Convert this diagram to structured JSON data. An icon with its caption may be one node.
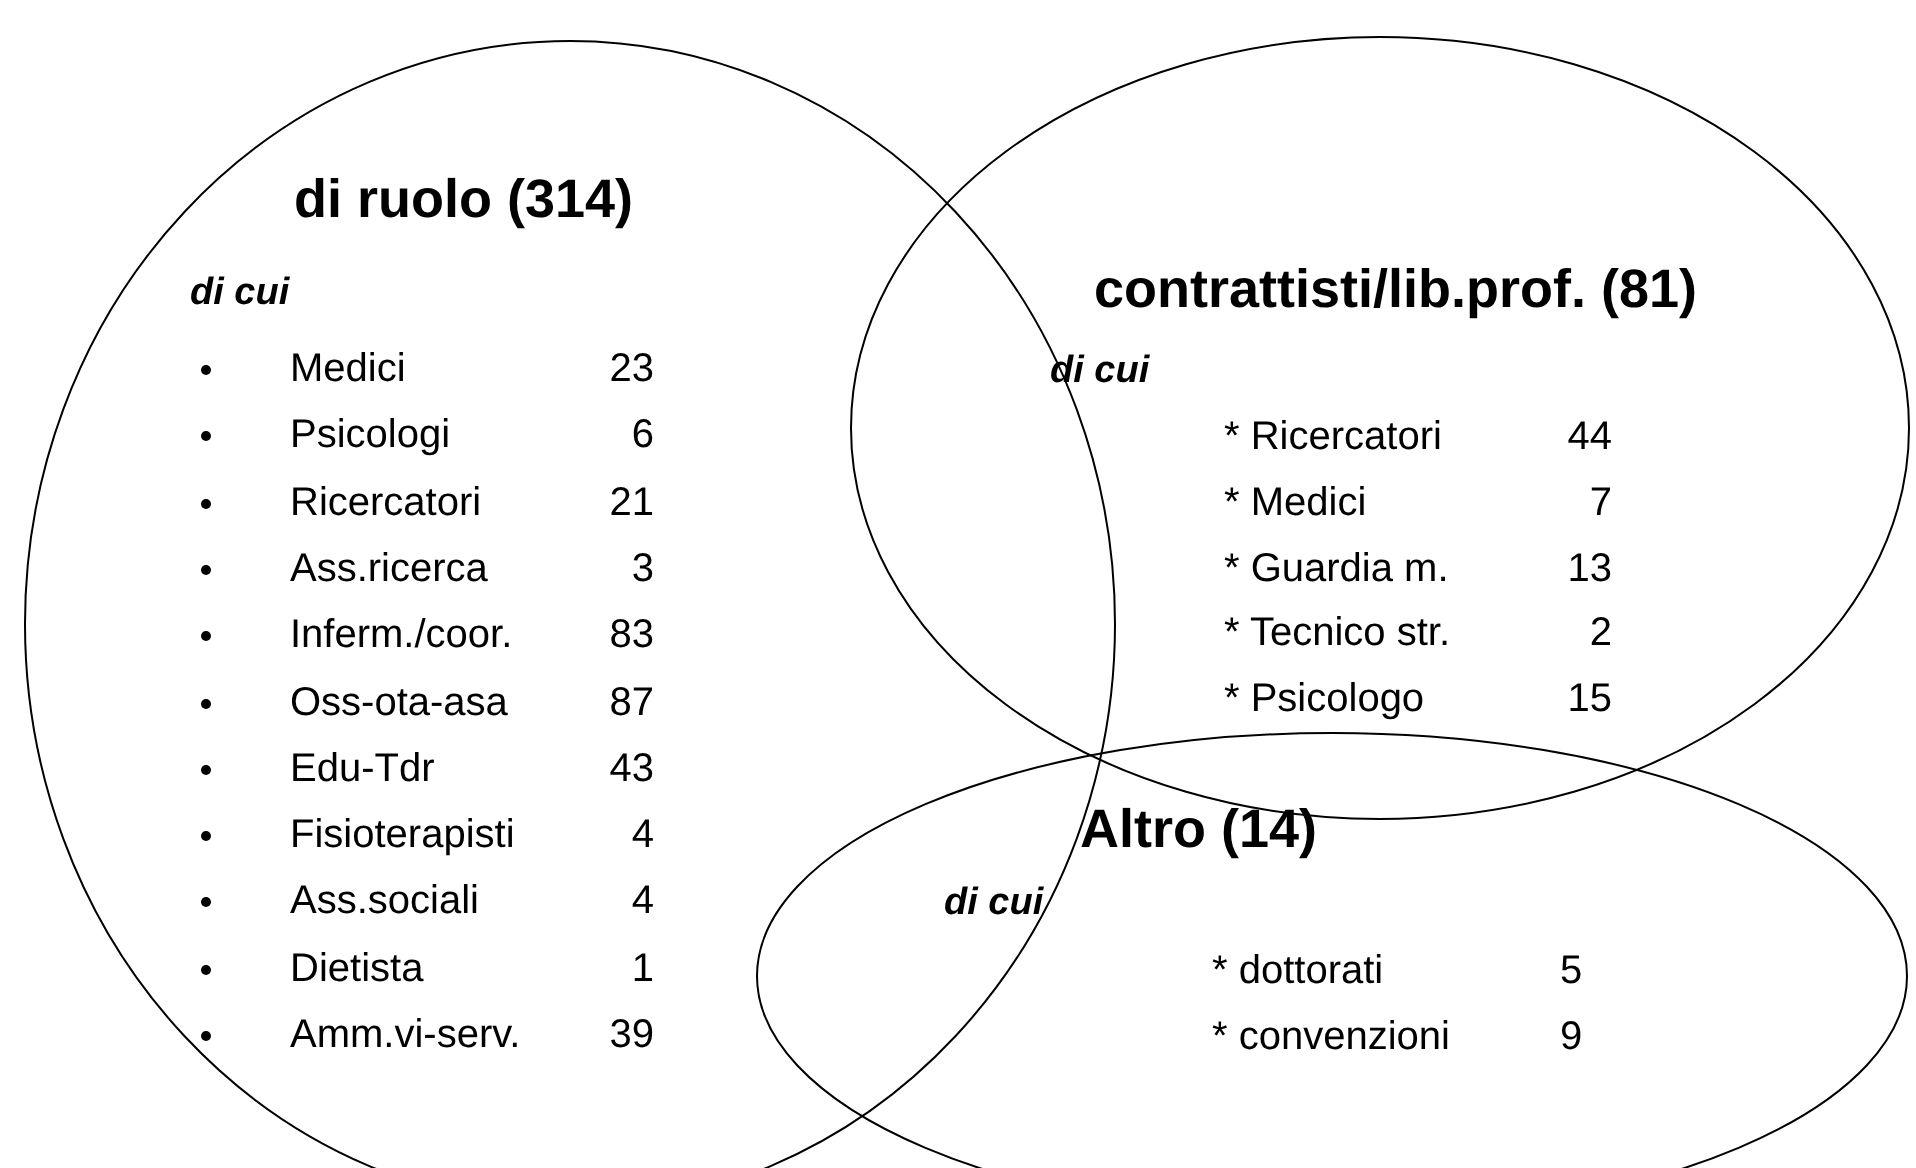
{
  "diagram": {
    "nodes": [
      {
        "text": [
          "di ruolo (314)",
          "di cui",
          "Medici",
          "23",
          "Psicologi",
          "6",
          "Ricercatori",
          "21",
          "Ass.ricerca",
          "3",
          "Inferm./coor.",
          "83",
          "Oss-ota-asa",
          "87",
          "Edu-Tdr",
          "43",
          "Fisioterapisti",
          "4",
          "Ass.sociali",
          "4",
          "Dietista",
          "1",
          "Amm.vi-serv.",
          "39"
        ]
      },
      {
        "text": [
          "contrattisti/lib.prof. (81)",
          "di cui",
          "* Ricercatori",
          "44",
          "* Medici",
          "7",
          "* Guardia m.",
          "13",
          "* Tecnico str.",
          "2",
          "* Psicologo",
          "15"
        ]
      },
      {
        "text": [
          "Altro (14)",
          "di cui",
          "* dottorati",
          "5",
          "* convenzioni",
          "9"
        ]
      }
    ]
  }
}
